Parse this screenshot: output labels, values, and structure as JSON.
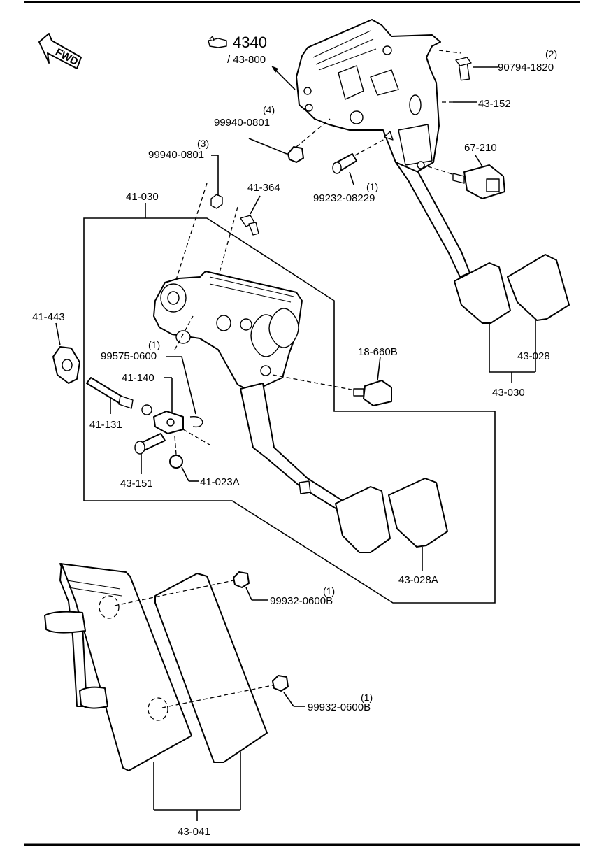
{
  "labels": {
    "fwd": "FWD",
    "ref_4340": "4340",
    "ref_43_800": "/ 43-800",
    "p_90794_1820": "90794-1820",
    "q_90794_1820": "(2)",
    "p_43_152": "43-152",
    "p_99940_0801_a": "99940-0801",
    "q_99940_0801_a": "(4)",
    "p_99940_0801_b": "99940-0801",
    "q_99940_0801_b": "(3)",
    "p_67_210": "67-210",
    "p_99232_08229": "99232-08229",
    "q_99232_08229": "(1)",
    "p_41_364": "41-364",
    "p_41_030": "41-030",
    "p_41_443": "41-443",
    "p_99575_0600": "99575-0600",
    "q_99575_0600": "(1)",
    "p_41_140": "41-140",
    "p_41_131": "41-131",
    "p_43_151": "43-151",
    "p_41_023a": "41-023A",
    "p_18_660b": "18-660B",
    "p_43_028": "43-028",
    "p_43_030": "43-030",
    "p_43_028a": "43-028A",
    "p_99932_0600b_a": "99932-0600B",
    "q_99932_0600b_a": "(1)",
    "p_99932_0600b_b": "99932-0600B",
    "q_99932_0600b_b": "(1)",
    "p_43_041": "43-041"
  },
  "icons": {
    "pointing_hand": "pointing-hand-icon",
    "fwd_arrow": "fwd-arrow-icon"
  },
  "colors": {
    "ink": "#000000",
    "paper": "#ffffff"
  }
}
